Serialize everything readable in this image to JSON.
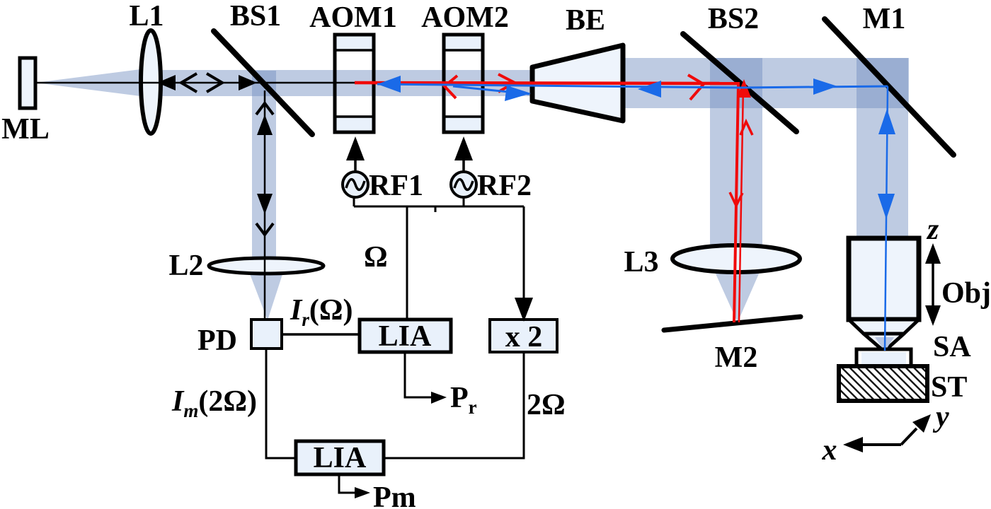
{
  "colors": {
    "ink": "#000000",
    "red": "#f00a0a",
    "blue": "#1a6ae8",
    "beam": "#6e8cbe",
    "beam_solid": "#b9c6e0",
    "panel": "#e9f1fb",
    "panel2": "#eef4fc"
  },
  "labels": {
    "ml": "ML",
    "l1": "L1",
    "bs1": "BS1",
    "aom1": "AOM1",
    "aom2": "AOM2",
    "be": "BE",
    "bs2": "BS2",
    "m1": "M1",
    "rf1": "RF1",
    "rf2": "RF2",
    "l2": "L2",
    "l3": "L3",
    "m2": "M2",
    "pd": "PD",
    "lia_ref": "LIA",
    "doubler": "x 2",
    "lia_meas": "LIA",
    "omega": "Ω",
    "two_omega": "2Ω",
    "ir_base": "I",
    "ir_sub": "r",
    "ir_rest": "(Ω)",
    "im_base": "I",
    "im_sub": "m",
    "im_rest": "(2Ω)",
    "pr_base": "P",
    "pr_sub": "r",
    "pm": "Pm",
    "obj": "Obj",
    "sa": "SA",
    "st": "ST",
    "axis_x": "x",
    "axis_y": "y",
    "axis_z": "z"
  }
}
